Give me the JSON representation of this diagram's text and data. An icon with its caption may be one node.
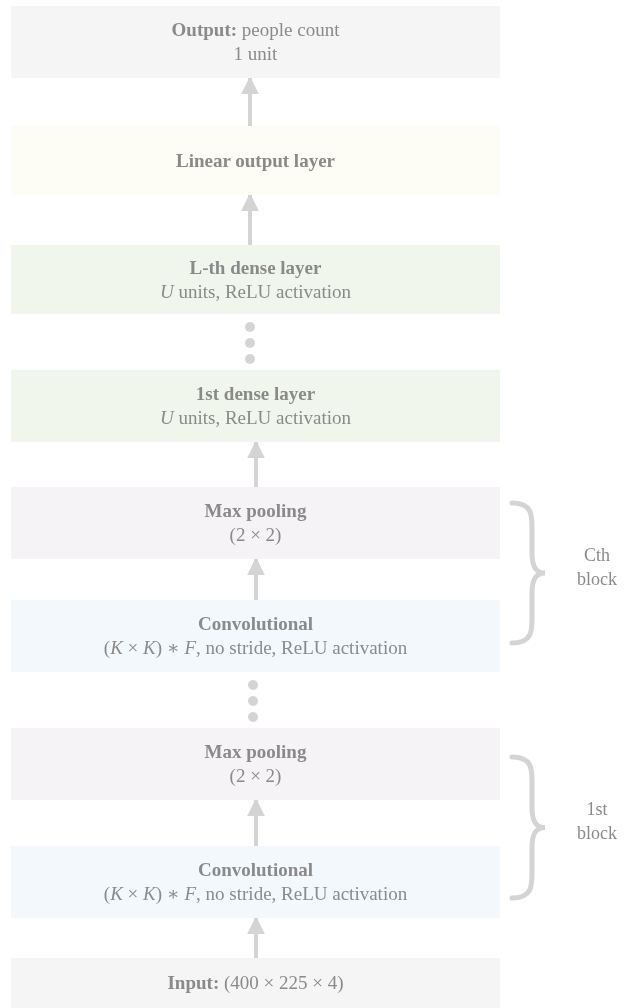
{
  "diagram": {
    "nodes": [
      {
        "text": [
          "**Output:** people count",
          "1 unit"
        ]
      },
      {
        "text": [
          "Linear output layer"
        ]
      },
      {
        "text": [
          "L-th dense layer",
          "*U* units, ReLU activation"
        ]
      },
      {
        "text": [
          "1st dense layer",
          "*U* units, ReLU activation"
        ]
      },
      {
        "text": [
          "Max pooling",
          "(2 × 2)"
        ]
      },
      {
        "text": [
          "Convolutional",
          "(*K* × *K*) ∗ *F*, no stride, ReLU activation"
        ]
      },
      {
        "text": [
          "Max pooling",
          "(2 × 2)"
        ]
      },
      {
        "text": [
          "Convolutional",
          "(*K* × *K*) ∗ *F*, no stride, ReLU activation"
        ]
      },
      {
        "text": [
          "**Input:** (400 × 225 × 4)"
        ]
      }
    ],
    "edges": [
      {
        "from": 8,
        "to": 7,
        "arrow": "to"
      },
      {
        "from": 7,
        "to": 6,
        "arrow": "to"
      },
      {
        "from": 6,
        "to": 5,
        "arrow": "none",
        "style": "dashed"
      },
      {
        "from": 5,
        "to": 4,
        "arrow": "to"
      },
      {
        "from": 4,
        "to": 3,
        "arrow": "to"
      },
      {
        "from": 3,
        "to": 2,
        "arrow": "none",
        "style": "dashed"
      },
      {
        "from": 2,
        "to": 1,
        "arrow": "to"
      },
      {
        "from": 1,
        "to": 0,
        "arrow": "to"
      }
    ],
    "labels": [
      "Cth block",
      "1st block"
    ]
  }
}
